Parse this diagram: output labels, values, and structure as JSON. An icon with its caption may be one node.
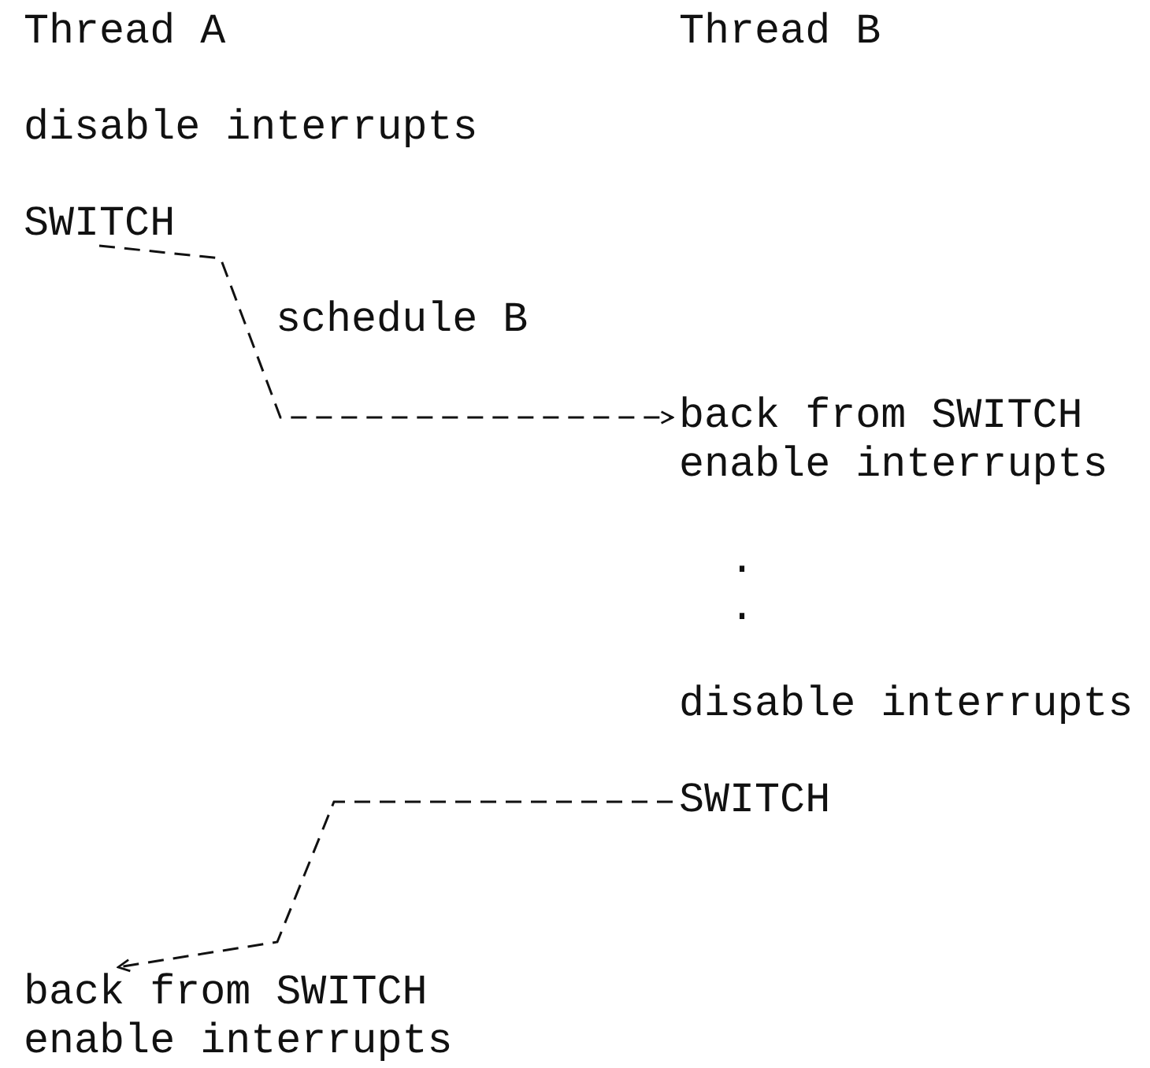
{
  "diagram": {
    "nodes": [
      {
        "text": [
          "SWITCH"
        ]
      },
      {
        "text": [
          "back from SWITCH"
        ]
      },
      {
        "text": [
          "SWITCH"
        ]
      },
      {
        "text": [
          "back from SWITCH"
        ]
      }
    ],
    "edges": [
      {
        "from": 0,
        "to": 1,
        "arrow": "to",
        "label": "schedule B",
        "style": "dashed"
      },
      {
        "from": 2,
        "to": 3,
        "arrow": "to",
        "style": "dashed"
      }
    ],
    "labels": [
      "Thread A",
      "Thread B",
      "disable interrupts",
      "enable interrupts",
      ".",
      ".",
      "disable interrupts",
      "enable interrupts"
    ]
  }
}
